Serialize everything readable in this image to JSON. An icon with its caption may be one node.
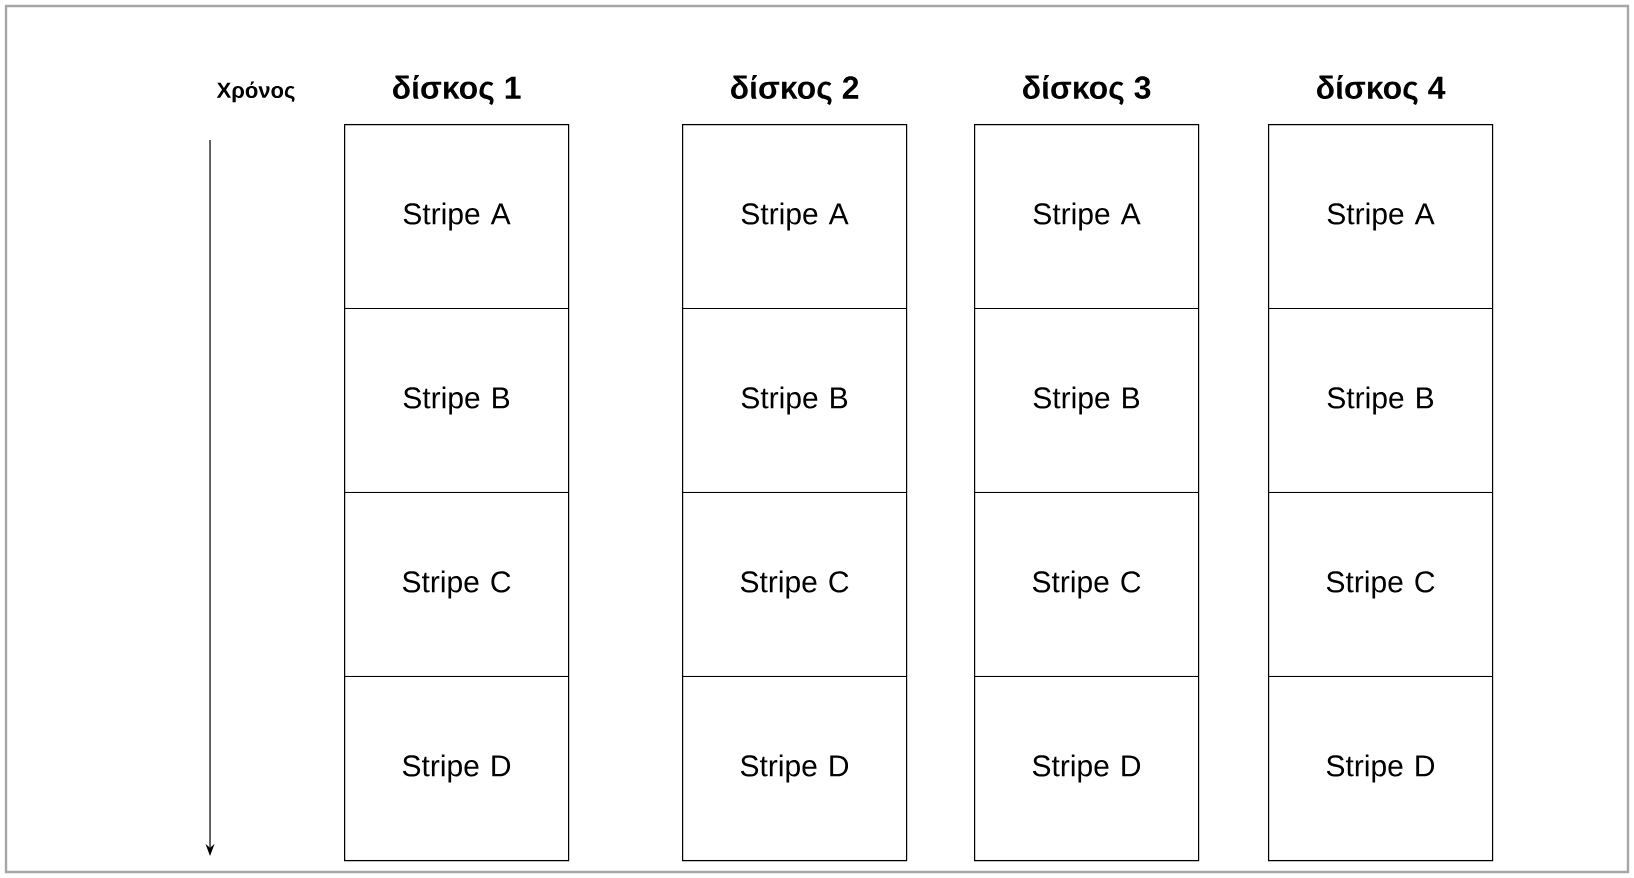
{
  "diagram": {
    "nodes": [
      {
        "text": [
          "δίσκος 1"
        ]
      },
      {
        "text": [
          "Stripe A"
        ],
        "in": 0
      },
      {
        "text": [
          "Stripe B"
        ],
        "in": 0
      },
      {
        "text": [
          "Stripe C"
        ],
        "in": 0
      },
      {
        "text": [
          "Stripe D"
        ],
        "in": 0
      },
      {
        "text": [
          "δίσκος 2"
        ]
      },
      {
        "text": [
          "Stripe A"
        ],
        "in": 5
      },
      {
        "text": [
          "Stripe B"
        ],
        "in": 5
      },
      {
        "text": [
          "Stripe C"
        ],
        "in": 5
      },
      {
        "text": [
          "Stripe D"
        ],
        "in": 5
      },
      {
        "text": [
          "δίσκος 3"
        ]
      },
      {
        "text": [
          "Stripe A"
        ],
        "in": 10
      },
      {
        "text": [
          "Stripe B"
        ],
        "in": 10
      },
      {
        "text": [
          "Stripe C"
        ],
        "in": 10
      },
      {
        "text": [
          "Stripe D"
        ],
        "in": 10
      },
      {
        "text": [
          "δίσκος 4"
        ]
      },
      {
        "text": [
          "Stripe A"
        ],
        "in": 15
      },
      {
        "text": [
          "Stripe B"
        ],
        "in": 15
      },
      {
        "text": [
          "Stripe C"
        ],
        "in": 15
      },
      {
        "text": [
          "Stripe D"
        ],
        "in": 15
      }
    ],
    "edges": [],
    "labels": [
      "Χρόνος"
    ]
  }
}
